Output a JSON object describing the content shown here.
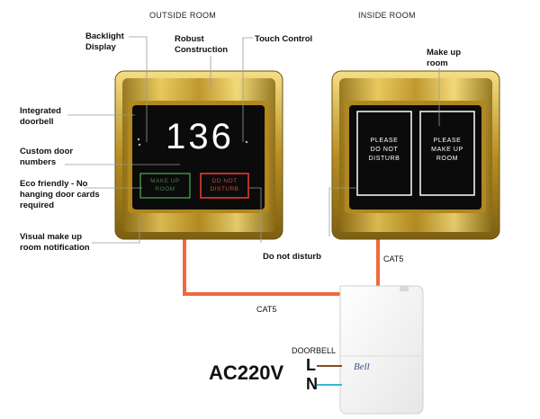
{
  "headers": {
    "outside": "OUTSIDE ROOM",
    "inside": "INSIDE ROOM"
  },
  "callouts": {
    "backlight": "Backlight\nDisplay",
    "robust": "Robust\nConstruction",
    "touch": "Touch Control",
    "integrated": "Integrated\ndoorbell",
    "custom": "Custom door\nnumbers",
    "eco": "Eco friendly - No\nhanging door cards\nrequired",
    "visual": "Visual make up\nroom notification",
    "dnd": "Do not disturb",
    "makeup": "Make up\nroom"
  },
  "outside_panel": {
    "room_number": "136",
    "btn_makeup": [
      "MAKE UP",
      "ROOM"
    ],
    "btn_dnd": [
      "DO NOT",
      "DISTURB"
    ]
  },
  "inside_panel": {
    "btn_left": [
      "PLEASE",
      "DO NOT",
      "DISTURB"
    ],
    "btn_right": [
      "PLEASE",
      "MAKE UP",
      "ROOM"
    ]
  },
  "cables": {
    "cat5_a": "CAT5",
    "cat5_b": "CAT5"
  },
  "doorbell": {
    "label": "DOORBELL",
    "brand": "Bell",
    "voltage": "AC220V",
    "l": "L",
    "n": "N"
  },
  "colors": {
    "cable": "#ef6a3a",
    "gold": "#c8a12e",
    "panel": "#0b0b0b",
    "dnd_red": "#e53935",
    "makeup_green": "#4caf50",
    "wire_brown": "#8b4a1c",
    "wire_blue": "#38b6d6"
  }
}
